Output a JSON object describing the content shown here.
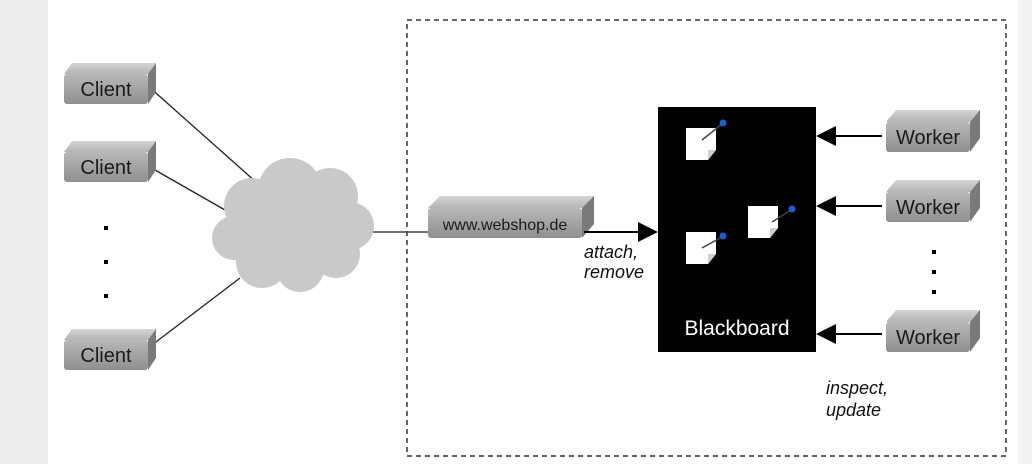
{
  "clients": [
    "Client",
    "Client",
    "Client"
  ],
  "server": {
    "label": "www.webshop.de"
  },
  "blackboard": {
    "label": "Blackboard"
  },
  "workers": [
    "Worker",
    "Worker",
    "Worker"
  ],
  "edges": {
    "server_to_blackboard": [
      "attach,",
      "remove"
    ],
    "workers_to_blackboard": [
      "inspect,",
      "update"
    ]
  },
  "colors": {
    "node_fill": "#a3a3a3",
    "node_top": "#c6c6c6",
    "cloud": "#c8c8c8",
    "blackboard": "#000000",
    "pin": "#1e5bd6"
  }
}
